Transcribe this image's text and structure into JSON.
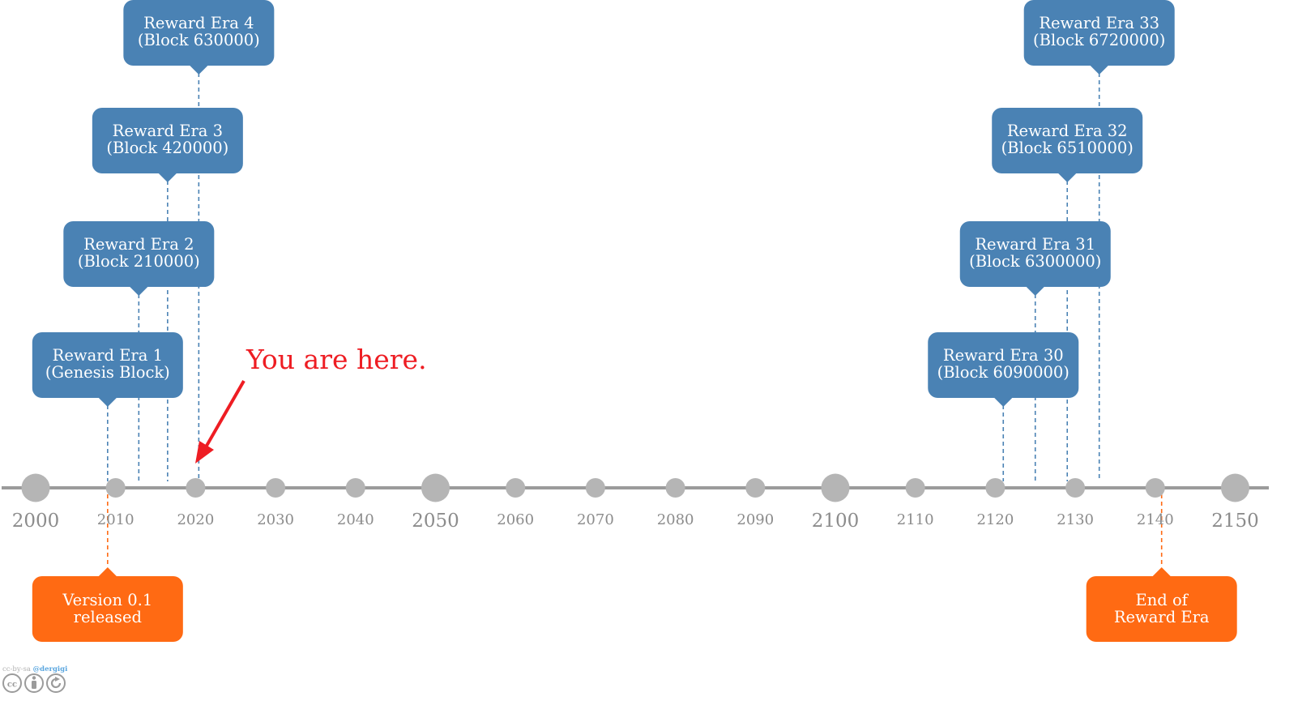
{
  "timeline": {
    "ticks": [
      {
        "label": "2000",
        "major": true
      },
      {
        "label": "2010",
        "major": false
      },
      {
        "label": "2020",
        "major": false
      },
      {
        "label": "2030",
        "major": false
      },
      {
        "label": "2040",
        "major": false
      },
      {
        "label": "2050",
        "major": true
      },
      {
        "label": "2060",
        "major": false
      },
      {
        "label": "2070",
        "major": false
      },
      {
        "label": "2080",
        "major": false
      },
      {
        "label": "2090",
        "major": false
      },
      {
        "label": "2100",
        "major": true
      },
      {
        "label": "2110",
        "major": false
      },
      {
        "label": "2120",
        "major": false
      },
      {
        "label": "2130",
        "major": false
      },
      {
        "label": "2140",
        "major": false
      },
      {
        "label": "2150",
        "major": true
      }
    ],
    "year_start": 2000,
    "year_end": 2150
  },
  "reward_eras": [
    {
      "line1": "Reward Era 1",
      "line2": "(Genesis Block)",
      "year": 2009.0
    },
    {
      "line1": "Reward Era 2",
      "line2": "(Block 210000)",
      "year": 2012.9
    },
    {
      "line1": "Reward Era 3",
      "line2": "(Block 420000)",
      "year": 2016.5
    },
    {
      "line1": "Reward Era 4",
      "line2": "(Block 630000)",
      "year": 2020.4
    },
    {
      "line1": "Reward Era 30",
      "line2": "(Block  6090000)",
      "year": 2121.0
    },
    {
      "line1": "Reward Era 31",
      "line2": "(Block 6300000)",
      "year": 2125.0
    },
    {
      "line1": "Reward Era 32",
      "line2": "(Block 6510000)",
      "year": 2129.0
    },
    {
      "line1": "Reward Era 33",
      "line2": "(Block 6720000)",
      "year": 2133.0
    }
  ],
  "milestones": [
    {
      "line1": "Version 0.1",
      "line2": "released",
      "year": 2009.0
    },
    {
      "line1": "End of",
      "line2": "Reward Era",
      "year": 2140.8
    }
  ],
  "annotation": {
    "text": "You are here.",
    "year": 2020.0
  },
  "license": {
    "text_plain": "cc-by-sa ",
    "text_handle": "@dergigi"
  },
  "colors": {
    "era_box": "#4a82b4",
    "milestone_box": "#ff6a13",
    "axis": "#9b9b9b",
    "dot": "#b5b5b5",
    "annotation": "#ee1d23",
    "handle": "#5aa6df"
  }
}
